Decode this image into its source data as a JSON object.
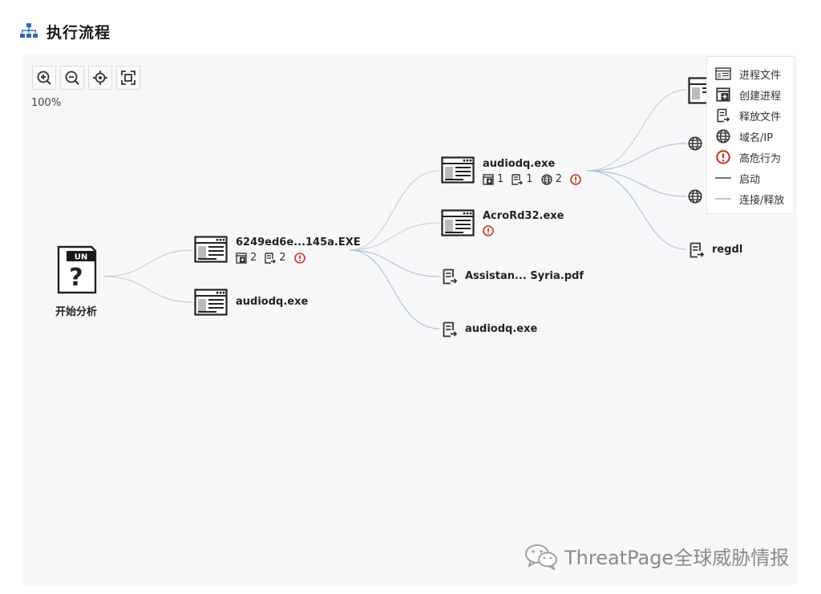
{
  "header": {
    "title": "执行流程"
  },
  "toolbar": {
    "zoom_level": "100%"
  },
  "nodes": {
    "root": {
      "badge": "UN",
      "glyph": "?",
      "label": "开始分析"
    },
    "exe1": {
      "label": "6249ed6e...145a.EXE",
      "proc_count": "2",
      "file_count": "2"
    },
    "aud1": {
      "label": "audiodq.exe"
    },
    "aud2": {
      "label": "audiodq.exe",
      "proc_count": "1",
      "file_count": "1",
      "net_count": "2"
    },
    "acro": {
      "label": "AcroRd32.exe"
    },
    "pdf": {
      "label": "Assistan... Syria.pdf"
    },
    "aud3": {
      "label": "audiodq.exe"
    },
    "regdl": {
      "label": "regdl"
    }
  },
  "legend": {
    "items": [
      {
        "label": "进程文件",
        "icon": "process-file-icon"
      },
      {
        "label": "创建进程",
        "icon": "create-process-icon"
      },
      {
        "label": "释放文件",
        "icon": "release-file-icon"
      },
      {
        "label": "域名/IP",
        "icon": "globe-icon"
      },
      {
        "label": "高危行为",
        "icon": "alert-icon"
      },
      {
        "label": "启动",
        "icon": "line-dark-icon"
      },
      {
        "label": "连接/释放",
        "icon": "line-blue-icon"
      }
    ]
  },
  "colors": {
    "alert": "#c0392b",
    "link_gray": "#c8c8cc",
    "link_blue": "#9fc3d6",
    "icon": "#333333"
  },
  "watermark": {
    "text": "ThreatPage全球威胁情报"
  }
}
